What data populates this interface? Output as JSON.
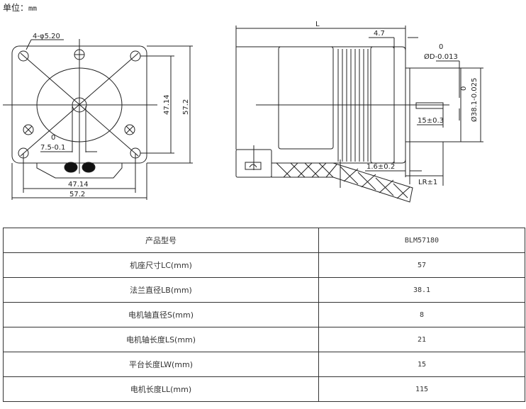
{
  "unit": {
    "label": "单位：",
    "value": "mm"
  },
  "front_view": {
    "holes_label": "4-φ5.20",
    "pitch_h": "47.14",
    "width_h": "57.2",
    "pitch_v": "47.14",
    "height_v": "57.2",
    "flat_tol_top": "0",
    "flat_label": "7.5-0.1"
  },
  "side_view": {
    "length": "L",
    "flange_thickness": "4.7",
    "shaft_tol_top": "0",
    "shaft_diameter": "ØD-0.013",
    "spigot_tol_top": "0",
    "spigot_diameter": "Ø38.1-0.025",
    "key_length": "15±0.3",
    "spigot_height": "1.6±0.2",
    "shaft_length": "LR±1"
  },
  "table": {
    "rows": [
      {
        "label": "产品型号",
        "value": "BLM57180"
      },
      {
        "label": "机座尺寸LC(mm)",
        "value": "57"
      },
      {
        "label": "法兰直径LB(mm)",
        "value": "38.1"
      },
      {
        "label": "电机轴直径S(mm)",
        "value": "8"
      },
      {
        "label": "电机轴长度LS(mm)",
        "value": "21"
      },
      {
        "label": "平台长度LW(mm)",
        "value": "15"
      },
      {
        "label": "电机长度LL(mm)",
        "value": "115"
      }
    ]
  }
}
